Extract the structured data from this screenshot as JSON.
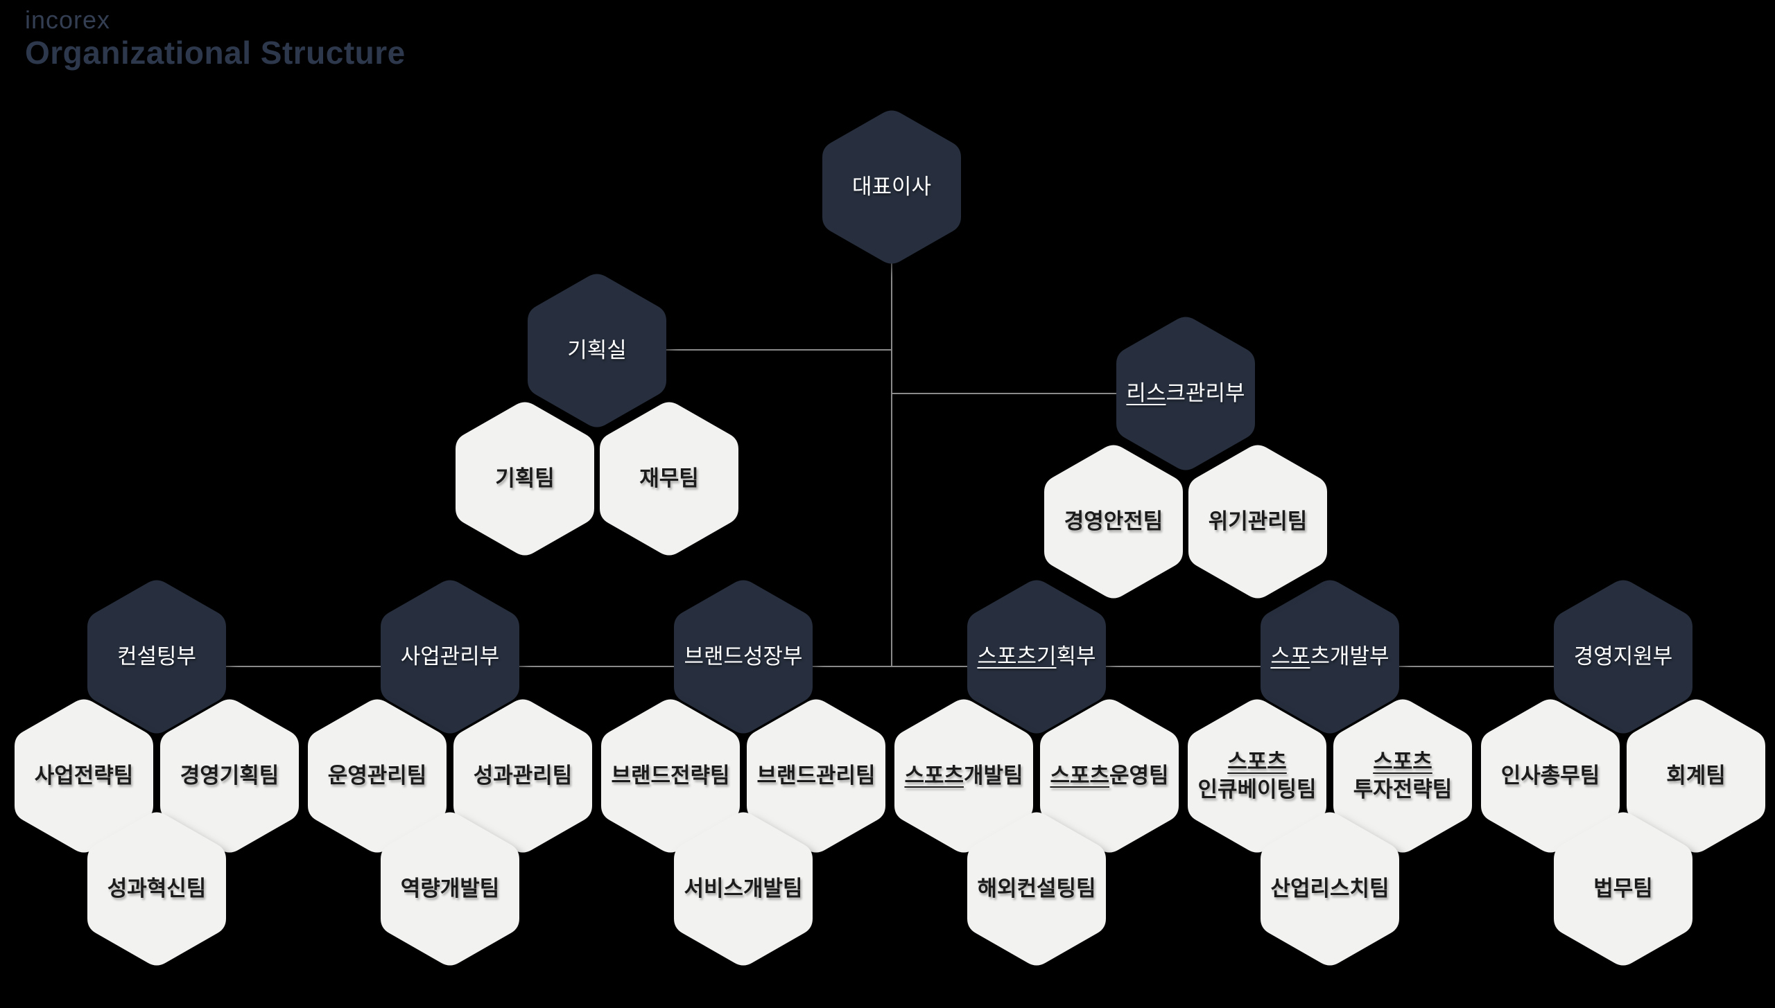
{
  "title": {
    "brand": "incorex",
    "heading": "Organizational Structure"
  },
  "colors": {
    "background": "#000000",
    "dark_hex": "#272f3e",
    "light_hex": "#f2f2f0",
    "dark_text": "#1b1b1b",
    "light_text": "#ffffff",
    "line": "#8a8a8a",
    "brand_color": "#333e52",
    "heading_color": "#2d384c"
  },
  "nodes": [
    {
      "l1": "대표이사"
    },
    {
      "l1": "기획실"
    },
    {
      "l1": "기획팀"
    },
    {
      "l1": "재무팀"
    },
    {
      "u1": "리스",
      "l1": "크관리부"
    },
    {
      "l1": "경영안전팀"
    },
    {
      "l1": "위기관리팀"
    },
    {
      "l1": "컨설팅부"
    },
    {
      "l1": "사업전략팀"
    },
    {
      "l1": "경영기획팀"
    },
    {
      "l1": "성과혁신팀"
    },
    {
      "l1": "사업관리부"
    },
    {
      "l1": "운영관리팀"
    },
    {
      "l1": "성과관리팀"
    },
    {
      "l1": "역량개발팀"
    },
    {
      "l1": "브랜드성장부"
    },
    {
      "l1": "브랜드전략팀"
    },
    {
      "l1": "브랜드관리팀"
    },
    {
      "l1": "서비스개발팀"
    },
    {
      "u1": "스포츠기",
      "l1": "획부"
    },
    {
      "u1": "스포츠",
      "l1": "개발팀"
    },
    {
      "u1": "스포츠",
      "l1": "운영팀"
    },
    {
      "l1": "해외컨설팅팀"
    },
    {
      "u1": "스포",
      "l1": "츠개발부"
    },
    {
      "u1": "스포츠",
      "l2": "인큐베이팅팀"
    },
    {
      "u1": "스포츠",
      "l2": "투자전략팀"
    },
    {
      "l1": "산업리스치팀"
    },
    {
      "l1": "경영지원부"
    },
    {
      "l1": "인사총무팀"
    },
    {
      "l1": "회계팀"
    },
    {
      "l1": "법무팀"
    }
  ]
}
